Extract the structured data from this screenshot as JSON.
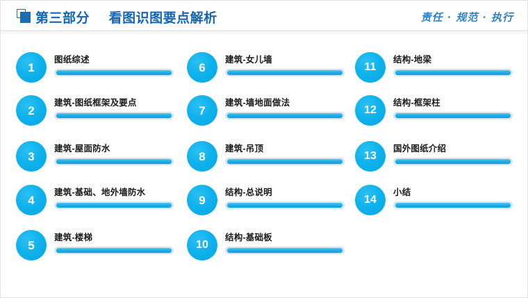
{
  "header": {
    "icon": "square-marker-icon",
    "section_label": "第三部分",
    "title": "看图识图要点解析",
    "slogan": "责任 · 规范 · 执行",
    "accent_color": "#1565b0",
    "slogan_color": "#2f7fc4"
  },
  "theme": {
    "circle_color": "#03a7e4",
    "bar_inner_color": "#22ade8",
    "bar_outer_color": "#cfe6f5",
    "label_color": "#1b1b1b",
    "page_border_color": "#e3e3e3"
  },
  "columns": [
    {
      "items": [
        {
          "number": "1",
          "label": "图纸综述"
        },
        {
          "number": "2",
          "label": "建筑-图纸框架及要点"
        },
        {
          "number": "3",
          "label": "建筑-屋面防水"
        },
        {
          "number": "4",
          "label": "建筑-基础、地外墙防水"
        },
        {
          "number": "5",
          "label": "建筑-楼梯"
        }
      ]
    },
    {
      "items": [
        {
          "number": "6",
          "label": "建筑-女儿墙"
        },
        {
          "number": "7",
          "label": "建筑-墙地面做法"
        },
        {
          "number": "8",
          "label": "建筑-吊顶"
        },
        {
          "number": "9",
          "label": "结构-总说明"
        },
        {
          "number": "10",
          "label": "结构-基础板"
        }
      ]
    },
    {
      "items": [
        {
          "number": "11",
          "label": "结构-地梁"
        },
        {
          "number": "12",
          "label": "结构-框架柱"
        },
        {
          "number": "13",
          "label": "国外图纸介绍"
        },
        {
          "number": "14",
          "label": "小结"
        }
      ]
    }
  ]
}
